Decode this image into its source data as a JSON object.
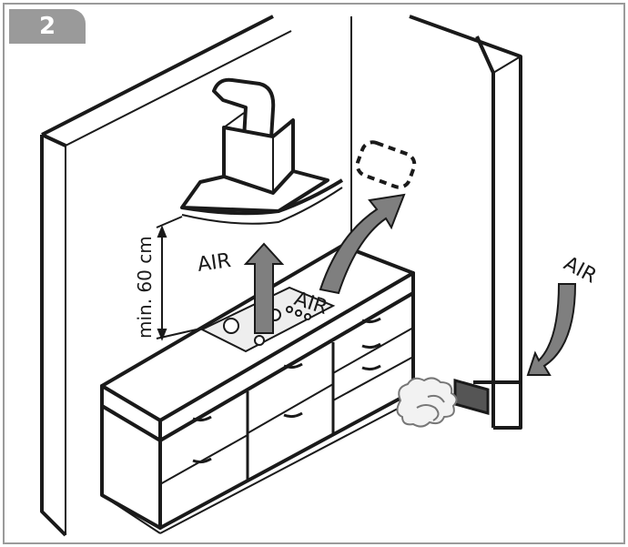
{
  "step": {
    "number": "2"
  },
  "measure": {
    "label": "min. 60 cm"
  },
  "airflow": {
    "hood_label": "AIR",
    "vent_label": "AIR",
    "inlet_label": "AIR"
  },
  "colors": {
    "tab": "#9a9a9a",
    "arrow": "#7f7f7f",
    "line": "#1a1a1a",
    "panel_bg": "#ffffff"
  },
  "icons": {
    "hood": "cooker-hood-icon",
    "vent": "dashed-vent-icon",
    "cloud": "air-cloud-icon"
  }
}
